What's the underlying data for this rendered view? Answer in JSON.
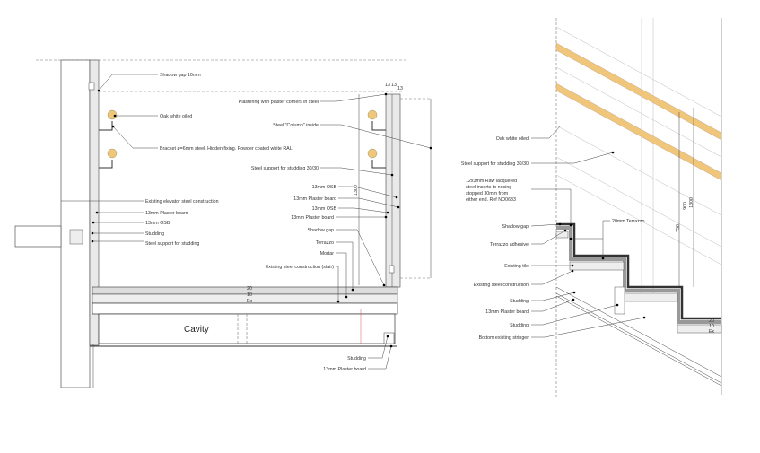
{
  "left_detail": {
    "labels": {
      "shadow_gap_10": "Shadow gap 10mm",
      "oak": "Oak white oiled",
      "bracket": "Bracket ø=6mm steel. Hidden fixing. Powder coated white RAL",
      "plastering": "Plastering with plaster corners in steel",
      "steel_column": "Steel \"Column\" inside",
      "steel_support_30": "Steel support for studding 30/30",
      "existing_elevator": "Existing elevator steel construction",
      "plaster_l": "13mm Plaster board",
      "osb_l": "13mm OSB",
      "studding_l": "Studding",
      "steel_support_l": "Steel support for studding",
      "osb_r1": "13mm OSB",
      "plaster_r1": "13mm Plaster board",
      "osb_r2": "13mm OSB",
      "plaster_r2": "13mm Plaster board",
      "shadow_gap": "Shadow gap",
      "terrazzo": "Terrazzo",
      "mortar": "Mortar",
      "existing_stair": "Existing steel construction (stair)",
      "cavity": "Cavity",
      "studding_b": "Studding",
      "plaster_b": "13mm Plaster board"
    },
    "dims": {
      "d20": "20",
      "d10": "10",
      "dex": "Ex",
      "top1": "13",
      "top2": "13",
      "top3": "13",
      "h": "1300"
    }
  },
  "right_detail": {
    "labels": {
      "oak": "Oak white oiled",
      "steel_support": "Steel support for studding 30/30",
      "insert_1": "12x3mm Raw lacquered",
      "insert_2": "steel inserts to nosing",
      "insert_3": "stopped 30mm from",
      "insert_4": "either end. Ref NO0633",
      "shadow_gap": "Shadow gap",
      "terrazzo_adhesive": "Terrazzo adhesive",
      "existing_tile": "Existing tile",
      "existing_steel": "Existing steel construction",
      "studding_1": "Studding",
      "plaster": "13mm Plaster board",
      "studding_2": "Studding",
      "stringer": "Bottom existing stringer",
      "terrazzo_20": "20mm Terrazzo"
    },
    "dims": {
      "d750": "750",
      "d900": "900",
      "d1300": "1300",
      "d20": "20",
      "d10": "10",
      "dex": "Ex"
    }
  },
  "colors": {
    "wood": "#f0c77a",
    "line": "#333333"
  }
}
